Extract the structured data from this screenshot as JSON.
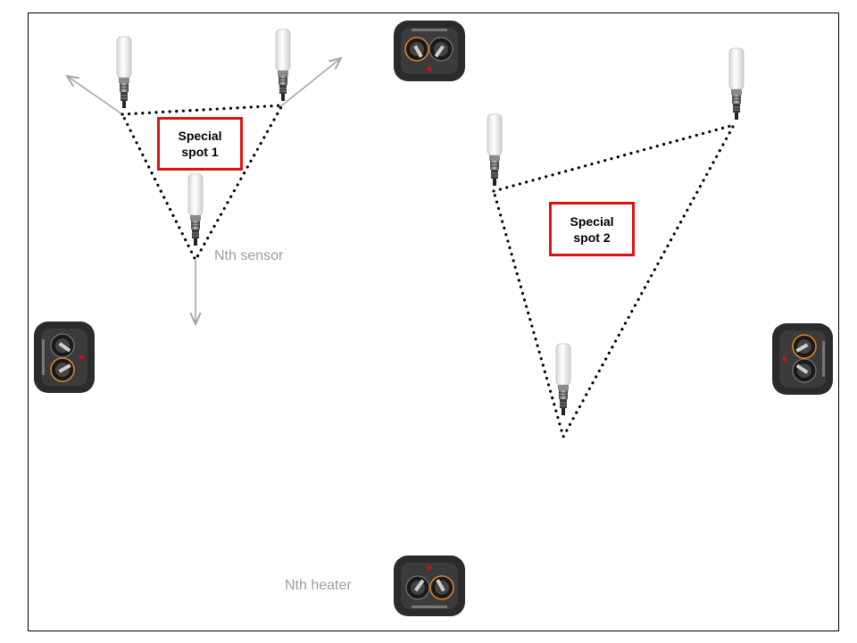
{
  "labels": {
    "spot1": [
      "Special",
      "spot 1"
    ],
    "spot2": [
      "Special",
      "spot 2"
    ],
    "sensor": "Nth sensor",
    "heater": "Nth heater"
  },
  "colors": {
    "box_border": "#e01010",
    "arrow": "#a6a6a6",
    "label_text": "#9e9e9e",
    "triangle": "#000000",
    "heater_body": "#2b2b2b",
    "sensor_body": "#f2f2f2"
  },
  "icons": {
    "sensor": "temperature-sensor-probe-icon",
    "heater": "space-heater-icon"
  }
}
